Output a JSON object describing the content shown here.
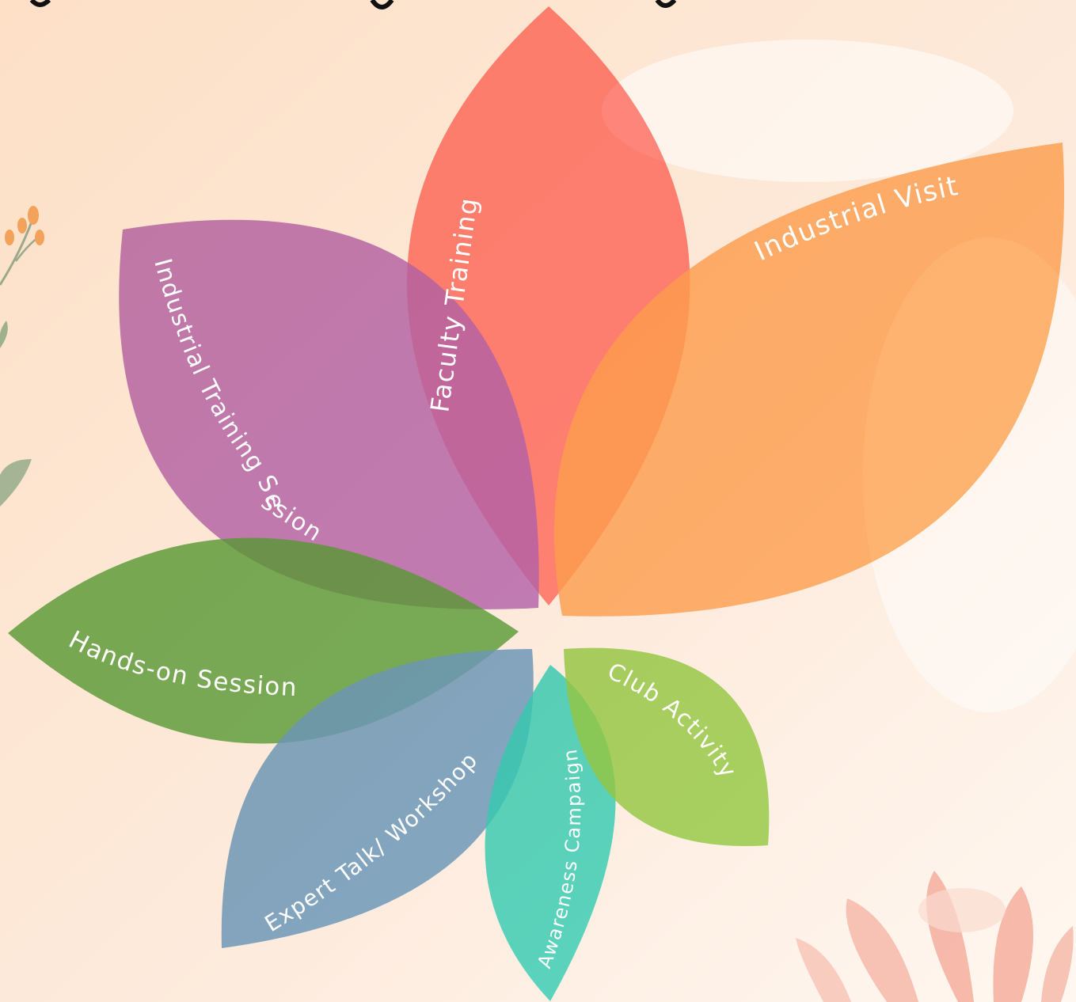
{
  "colors": {
    "background_top": "#fde3cc",
    "background_bottom": "#fff6ee",
    "faculty": "#ff7b73",
    "industrial_visit": "#ffac5c",
    "industrial_training": "#b56bc4",
    "hands_on": "#58a73c",
    "expert_talk": "#6fa5d3",
    "awareness": "#36d9c8",
    "club": "#95d54a",
    "label": "#ffffff",
    "lotus": "#f6a99a"
  },
  "petals": [
    {
      "id": "faculty-training",
      "label": "Faculty  Training",
      "color_key": "faculty"
    },
    {
      "id": "industrial-visit",
      "label": "Industrial Visit",
      "color_key": "industrial_visit"
    },
    {
      "id": "industrial-training-session",
      "label": "Industrial Training Session",
      "color_key": "industrial_training"
    },
    {
      "id": "hands-on-session",
      "label": "Hands-on Session",
      "color_key": "hands_on"
    },
    {
      "id": "expert-talk-workshop",
      "label": "Expert Talk/ Workshop",
      "color_key": "expert_talk"
    },
    {
      "id": "awareness-campaign",
      "label": "Awareness Campaign",
      "color_key": "awareness"
    },
    {
      "id": "club-activity",
      "label": "Club Activity",
      "color_key": "club"
    }
  ],
  "decorations": [
    "branch-sprig-icon",
    "leaf-icon",
    "lotus-icon"
  ]
}
